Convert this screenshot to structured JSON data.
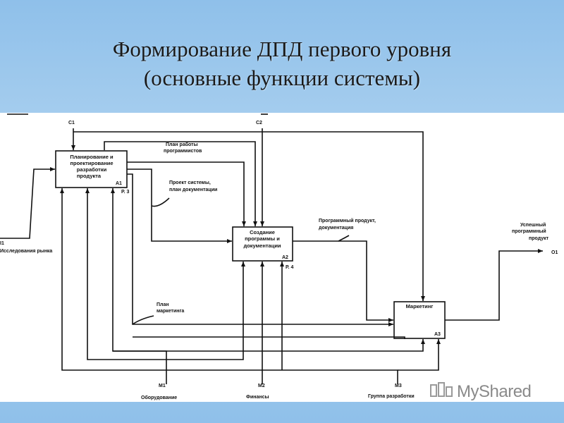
{
  "slide": {
    "title_line_1": "Формирование ДПД первого уровня",
    "title_line_2": "(основные функции системы)"
  },
  "diagram": {
    "blocks": [
      {
        "id": "A1",
        "lines": [
          "Планирование и",
          "проектирование",
          "разработки",
          "продукта"
        ],
        "code": "A1",
        "ref": "Р. 3"
      },
      {
        "id": "A2",
        "lines": [
          "Создание",
          "программы и",
          "документации"
        ],
        "code": "A2",
        "ref": "Р. 4"
      },
      {
        "id": "A3",
        "lines": [
          "Маркетинг"
        ],
        "code": "A3"
      }
    ],
    "controls": [
      "C1",
      "C2"
    ],
    "input": {
      "code": "I1",
      "label": "Исследования рынка"
    },
    "output": {
      "code": "O1",
      "label_lines": [
        "Успешный",
        "программный",
        "продукт"
      ]
    },
    "mechanisms": [
      {
        "code": "M1",
        "label": "Оборудование"
      },
      {
        "code": "M2",
        "label": "Финансы"
      },
      {
        "code": "M3",
        "label": "Группа разработки"
      }
    ],
    "arrow_labels": {
      "work_plan": [
        "План работы",
        "программистов"
      ],
      "system_project": [
        "Проект системы,",
        "план документации"
      ],
      "program_product": [
        "Программный продукт,",
        "документация"
      ],
      "marketing_plan": [
        "План",
        "маркетинга"
      ]
    }
  },
  "watermark": {
    "text": "MyShared"
  }
}
